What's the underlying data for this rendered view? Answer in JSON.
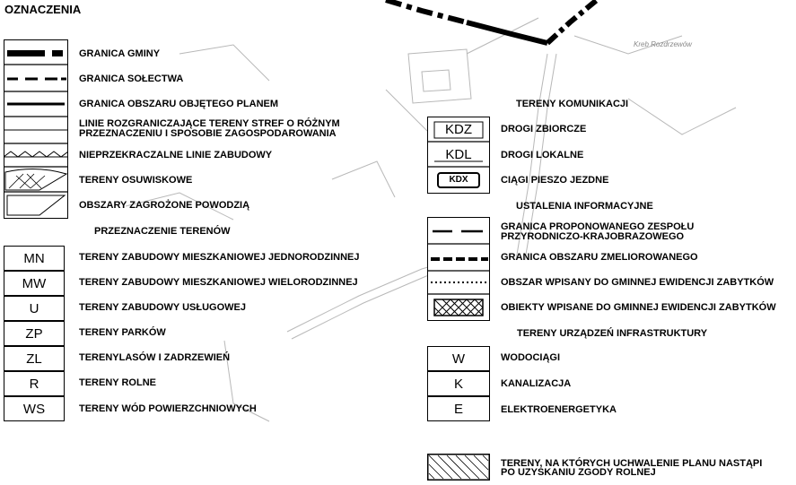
{
  "title": "OZNACZENIA",
  "map_labels": {
    "road_label": "Kreb Rozdrzewów"
  },
  "left_lines": [
    {
      "label": "GRANICA GMINY",
      "icon": "thick-dash-dot-line"
    },
    {
      "label": "GRANICA SOŁECTWA",
      "icon": "dashed-line"
    },
    {
      "label": "GRANICA OBSZARU OBJĘTEGO PLANEM",
      "icon": "solid-line"
    },
    {
      "label": "LINIE ROZGRANICZAJĄCE TERENY STREF O RÓŻNYM\nPRZEZNACZENIU I SPOSOBIE ZAGOSPODAROWANIA",
      "icon": "thin-line"
    },
    {
      "label": "NIEPRZEKRACZALNE LINIE ZABUDOWY",
      "icon": "zigzag-line"
    },
    {
      "label": "TERENY OSUWISKOWE",
      "icon": "landslide-hatch"
    },
    {
      "label": "OBSZARY ZAGROŻONE POWODZIĄ",
      "icon": "flood-area"
    }
  ],
  "zoning_header": "PRZEZNACZENIE TERENÓW",
  "zoning": [
    {
      "code": "MN",
      "label": "TERENY ZABUDOWY MIESZKANIOWEJ JEDNORODZINNEJ"
    },
    {
      "code": "MW",
      "label": "TERENY ZABUDOWY MIESZKANIOWEJ WIELORODZINNEJ"
    },
    {
      "code": "U",
      "label": "TERENY ZABUDOWY USŁUGOWEJ"
    },
    {
      "code": "ZP",
      "label": "TERENY PARKÓW"
    },
    {
      "code": "ZL",
      "label": "TERENYLASÓW I ZADRZEWIEŃ"
    },
    {
      "code": "R",
      "label": "TERENY ROLNE"
    },
    {
      "code": "WS",
      "label": "TERENY WÓD POWIERZCHNIOWYCH"
    }
  ],
  "transport_header": "TERENY KOMUNIKACJI",
  "transport": [
    {
      "code": "KDZ",
      "label": "DROGI ZBIORCZE"
    },
    {
      "code": "KDL",
      "label": "DROGI LOKALNE"
    },
    {
      "code": "KDX",
      "label": "CIĄGI PIESZO JEZDNE"
    }
  ],
  "info_header": "USTALENIA INFORMACYJNE",
  "info": [
    {
      "label": "GRANICA PROPONOWANEGO ZESPOŁU\nPRZYRODNICZO-KRAJOBRAZOWEGO",
      "icon": "long-dash-line"
    },
    {
      "label": "GRANICA OBSZARU ZMELIOROWANEGO",
      "icon": "thick-short-dash-line"
    },
    {
      "label": "OBSZAR WPISANY DO GMINNEJ EWIDENCJI ZABYTKÓW",
      "icon": "dotted-line"
    },
    {
      "label": "OBIEKTY WPISANE DO GMINNEJ EWIDENCJI ZABYTKÓW",
      "icon": "crosshatch-rect"
    }
  ],
  "infra_header": "TERENY URZĄDZEŃ INFRASTRUKTURY",
  "infra": [
    {
      "code": "W",
      "label": "WODOCIĄGI"
    },
    {
      "code": "K",
      "label": "KANALIZACJA"
    },
    {
      "code": "E",
      "label": "ELEKTROENERGETYKA"
    }
  ],
  "agri_note": "TERENY, NA KTÓRYCH UCHWALENIE PLANU NASTĄPI\nPO UZYSKANIU ZGODY ROLNEJ",
  "colors": {
    "ink": "#000000",
    "map_lines": "#b0b0b0",
    "background": "#ffffff"
  }
}
